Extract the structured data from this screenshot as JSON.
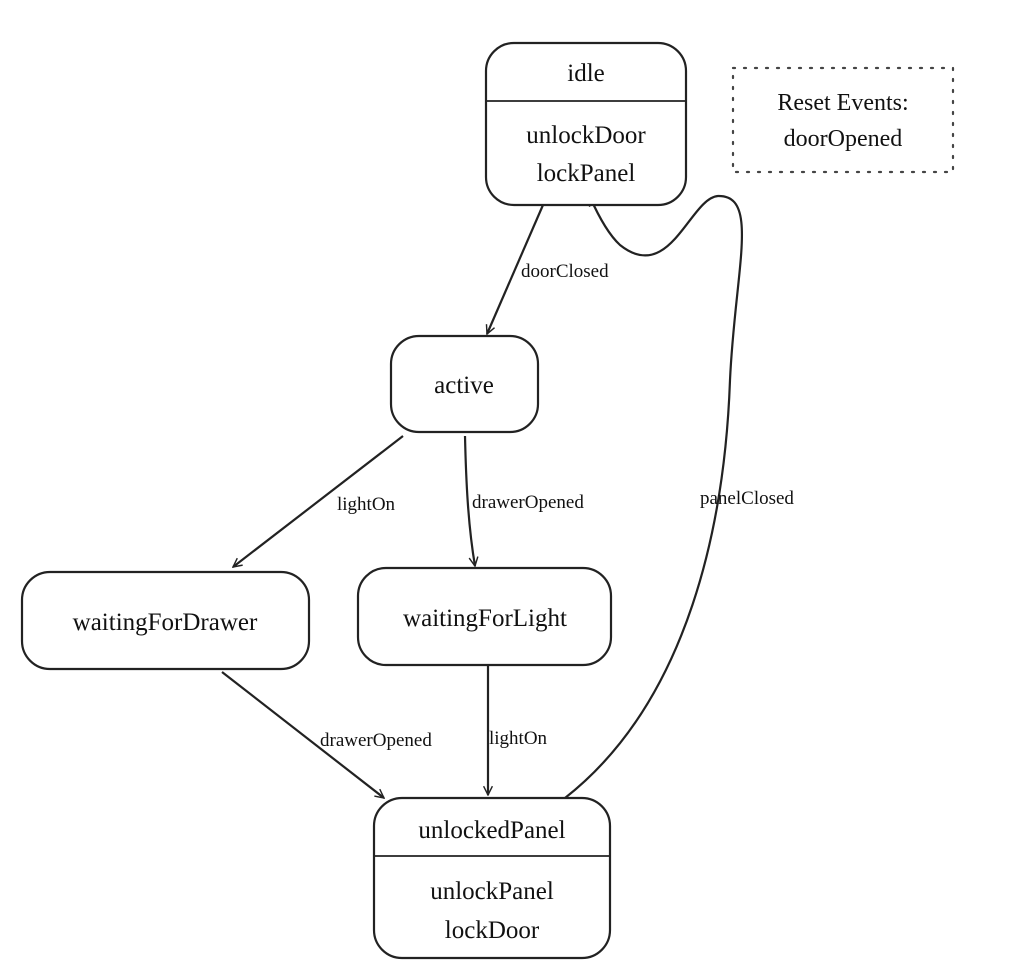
{
  "states": {
    "idle": {
      "name": "idle",
      "actions": [
        "unlockDoor",
        "lockPanel"
      ]
    },
    "active": {
      "name": "active"
    },
    "waitingForDrawer": {
      "name": "waitingForDrawer"
    },
    "waitingForLight": {
      "name": "waitingForLight"
    },
    "unlockedPanel": {
      "name": "unlockedPanel",
      "actions": [
        "unlockPanel",
        "lockDoor"
      ]
    }
  },
  "transitions": {
    "doorClosed": "doorClosed",
    "lightOn_active": "lightOn",
    "drawerOpened_active": "drawerOpened",
    "drawerOpened_waiting": "drawerOpened",
    "lightOn_waiting": "lightOn",
    "panelClosed": "panelClosed"
  },
  "note": {
    "title": "Reset Events:",
    "events": [
      "doorOpened"
    ]
  }
}
